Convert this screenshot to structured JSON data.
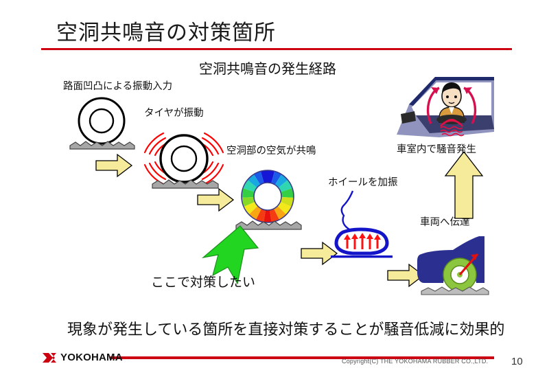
{
  "slide": {
    "title": "空洞共鳴音の対策箇所",
    "subtitle": "空洞共鳴音の発生経路",
    "conclusion": "現象が発生している箇所を直接対策することが騒音低減に効果的"
  },
  "flow": {
    "step1_label": "路面凹凸による振動入力",
    "step2_label": "タイヤが振動",
    "step3_label": "空洞部の空気が共鳴",
    "step4_label": "ホイールを加振",
    "step5_label": "車両へ伝達",
    "step6_label": "車室内で騒音発生",
    "highlight_label": "ここで対策したい"
  },
  "icons": {
    "arrow_right_1": "yellow-right-arrow-icon",
    "arrow_right_2": "yellow-right-arrow-icon",
    "arrow_right_3": "yellow-right-arrow-icon",
    "arrow_right_4": "yellow-right-arrow-icon",
    "arrow_up": "yellow-up-arrow-icon",
    "green_arrow": "green-up-arrow-icon",
    "tire_plain": "tire-outline-icon",
    "tire_vibrating": "vibrating-tire-icon",
    "tire_resonance": "rainbow-tire-colormap-icon",
    "wheel_excitation": "wheel-excitation-icon",
    "car_side": "car-side-wheel-icon",
    "cabin_driver": "cabin-driver-noise-icon"
  },
  "footer": {
    "brand": "YOKOHAMA",
    "copyright": "Copyright(C) THE YOKOHAMA RUBBER CO.,LTD.",
    "page_number": "10"
  },
  "colors": {
    "brand_red": "#cc0010",
    "arrow_yellow": "#f5eb9a",
    "arrow_green": "#21d521",
    "car_blue": "#2b2f8f",
    "wheel_green": "#8cc63f",
    "vibration_red": "#ff0000",
    "title_text": "#1a1a1a"
  }
}
